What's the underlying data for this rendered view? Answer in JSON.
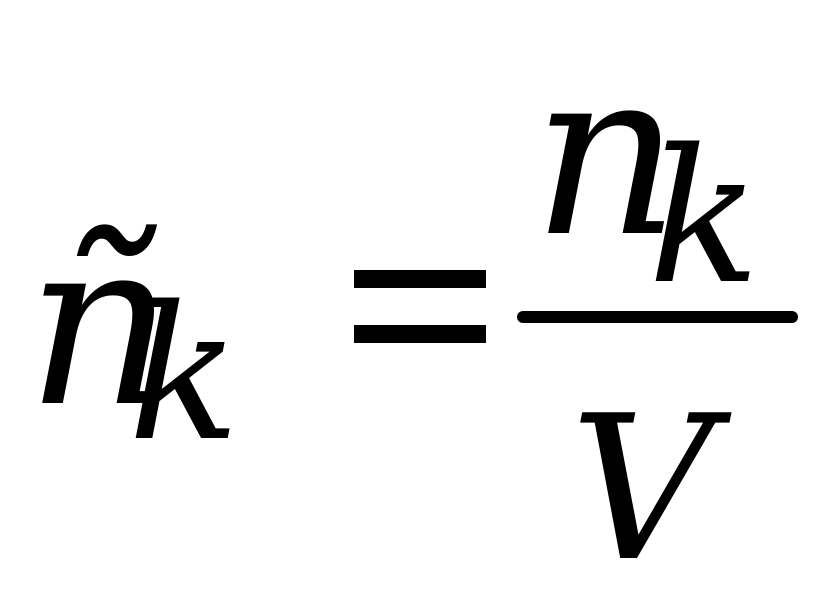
{
  "equation": {
    "lhs": {
      "symbol": "ñ",
      "subscript": "k"
    },
    "relation": "=",
    "rhs": {
      "numerator": {
        "symbol": "n",
        "subscript": "k"
      },
      "denominator": "V"
    }
  }
}
